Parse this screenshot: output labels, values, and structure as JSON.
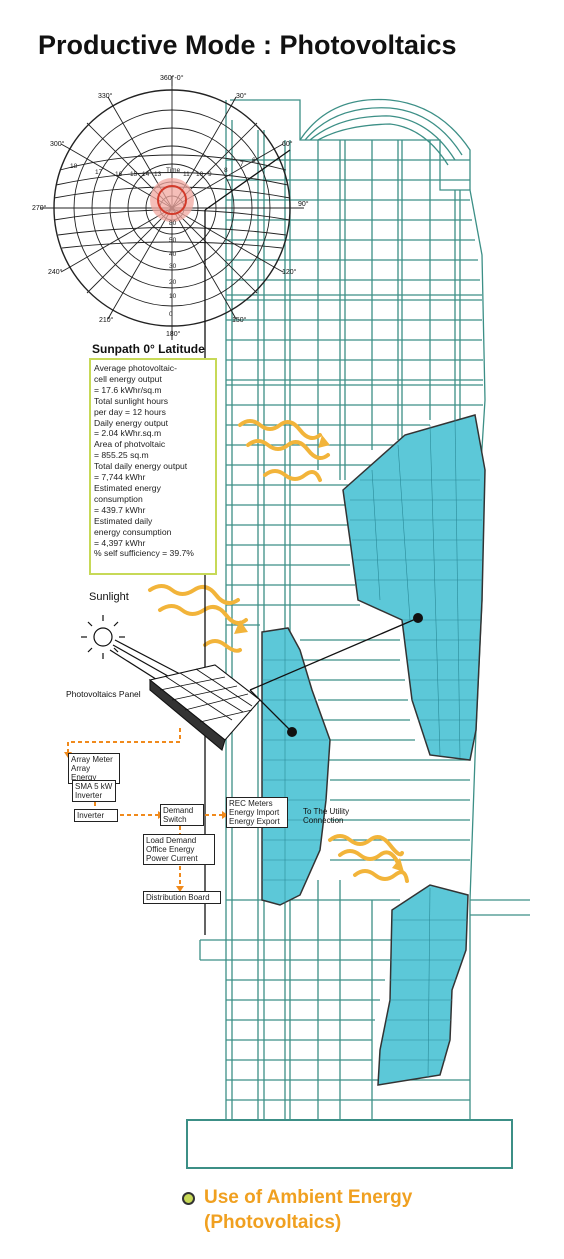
{
  "title": "Productive Mode : Photovoltaics",
  "sunpath": {
    "heading": "Sunpath 0° Latitude",
    "degree_labels": [
      "360°-0°",
      "30°",
      "60°",
      "90°",
      "120°",
      "150°",
      "180°",
      "210°",
      "240°",
      "270°",
      "300°",
      "330°"
    ]
  },
  "stats": [
    "Average photovoltaic-",
    "cell energy output",
    "= 17.6 kWhr/sq.m",
    "Total sunlight hours",
    "per day = 12 hours",
    "Daily energy output",
    "= 2.04 kWhr.sq.m",
    "Area of photvoltaic",
    "= 855.25 sq.m",
    "Total daily energy output",
    "= 7,744 kWhr",
    "Estimated energy",
    "consumption",
    "= 439.7 kWhr",
    "Estimated daily",
    "energy consumption",
    "= 4,397 kWhr",
    "% self sufficiency = 39.7%"
  ],
  "sunlight_label": "Sunlight",
  "panel_label": "Photovoltaics Panel",
  "flow": {
    "array_meter": [
      "Array Meter",
      "Array Energy"
    ],
    "sma": [
      "SMA 5 kW",
      "Inverter"
    ],
    "inverter": "Inverter",
    "demand": [
      "Demand",
      "Switch"
    ],
    "rec": [
      "REC Meters",
      "Energy Import",
      "Energy Export"
    ],
    "utility": [
      "To The Utility",
      "Connection"
    ],
    "load": [
      "Load Demand",
      "Office Energy",
      "Power Current"
    ],
    "distribution": "Distribution Board"
  },
  "legend": {
    "line1": "Use of Ambient Energy",
    "line2": "(Photovoltaics)"
  },
  "colors": {
    "pv_fill": "#5cc8d8",
    "structure": "#3c8f86",
    "sun_arrows": "#f2b43a",
    "flow_arrows": "#f08a1c",
    "box_border": "#c7d957",
    "legend_text": "#f0a020"
  }
}
